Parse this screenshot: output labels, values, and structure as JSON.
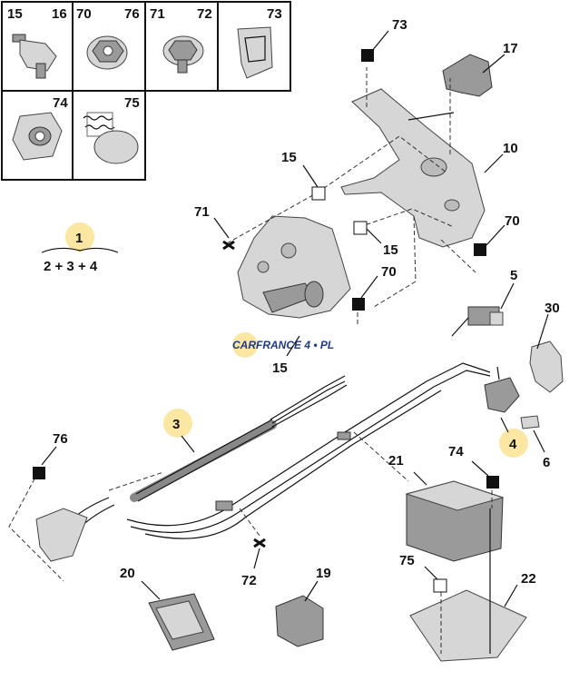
{
  "hardware_grid": {
    "cells": [
      {
        "labels": [
          "15",
          "16"
        ]
      },
      {
        "labels": [
          "70",
          "76"
        ]
      },
      {
        "labels": [
          "71",
          "72"
        ]
      },
      {
        "labels": [
          "73"
        ]
      },
      {
        "labels": [
          "74"
        ]
      },
      {
        "labels": [
          "75"
        ]
      }
    ]
  },
  "assembly": {
    "label": "1",
    "formula": "2 + 3 + 4"
  },
  "callouts": {
    "c73a": "73",
    "c17": "17",
    "c10": "10",
    "c15a": "15",
    "c71": "71",
    "c15b": "15",
    "c70a": "70",
    "c70b": "70",
    "c5": "5",
    "c30": "30",
    "c15c": "15",
    "c3": "3",
    "c76": "76",
    "c4": "4",
    "c6": "6",
    "c21": "21",
    "c74": "74",
    "c72": "72",
    "c20": "20",
    "c19": "19",
    "c75": "75",
    "c22": "22"
  },
  "watermark": {
    "text": "CARFRANCE 4 • PL"
  },
  "colors": {
    "highlight": "#fbe6a2",
    "frame": "#111111",
    "part": "#d6d6d6"
  },
  "marker_legend": {
    "black_square": "fastener-marker",
    "white_square": "fastener-marker-open",
    "cross": "screw-marker"
  }
}
